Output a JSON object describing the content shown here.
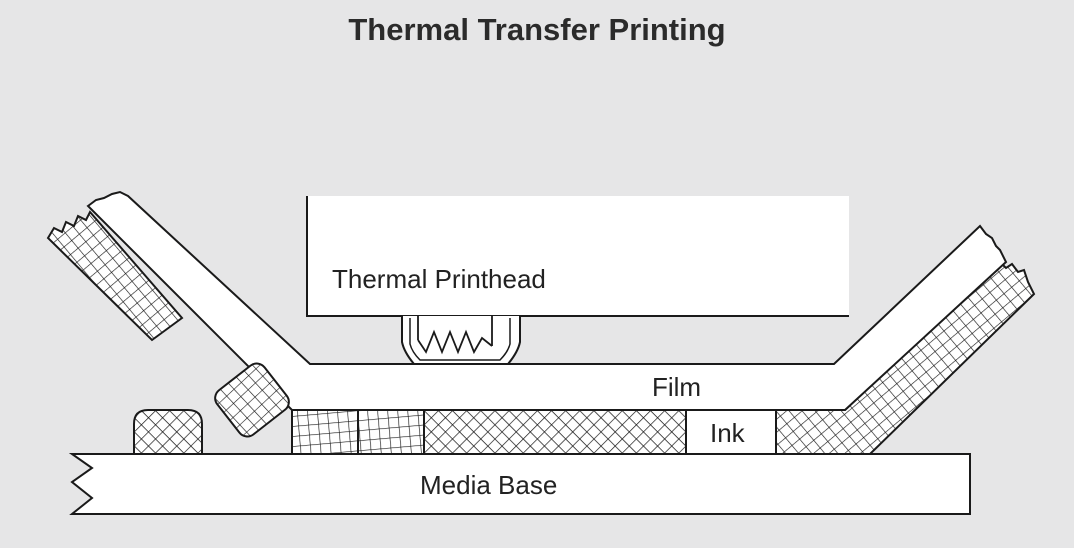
{
  "diagram": {
    "title": "Thermal Transfer Printing",
    "labels": {
      "printhead": "Thermal Printhead",
      "film": "Film",
      "ink": "Ink",
      "media_base": "Media Base"
    },
    "colors": {
      "background": "#e6e6e7",
      "fill": "#ffffff",
      "stroke": "#1a1a1a",
      "text": "#222222"
    }
  }
}
